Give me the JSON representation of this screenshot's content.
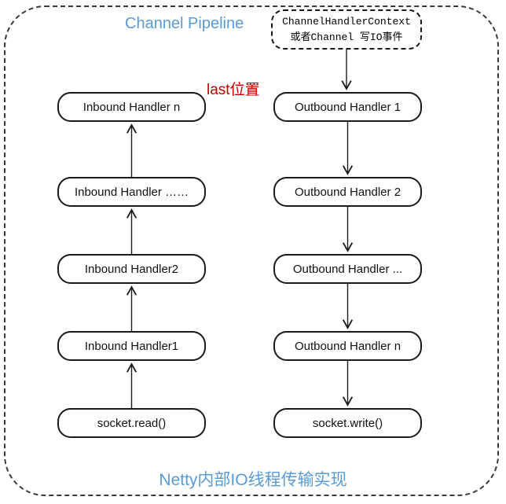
{
  "colors": {
    "accent_blue": "#5B9BD5",
    "accent_red": "#C00000",
    "line": "#1a1a1a"
  },
  "titles": {
    "pipeline": "Channel Pipeline",
    "bottom": "Netty内部IO线程传输实现",
    "last_position": "last位置"
  },
  "context_box": {
    "line1": "ChannelHandlerContext",
    "line2": "或者Channel 写IO事件"
  },
  "columns": {
    "inbound": {
      "direction": "up",
      "nodes": [
        "Inbound Handler n",
        "Inbound Handler ……",
        "Inbound Handler2",
        "Inbound Handler1",
        "socket.read()"
      ]
    },
    "outbound": {
      "direction": "down",
      "nodes": [
        "Outbound Handler 1",
        "Outbound Handler 2",
        "Outbound Handler ...",
        "Outbound Handler n",
        "socket.write()"
      ]
    }
  }
}
